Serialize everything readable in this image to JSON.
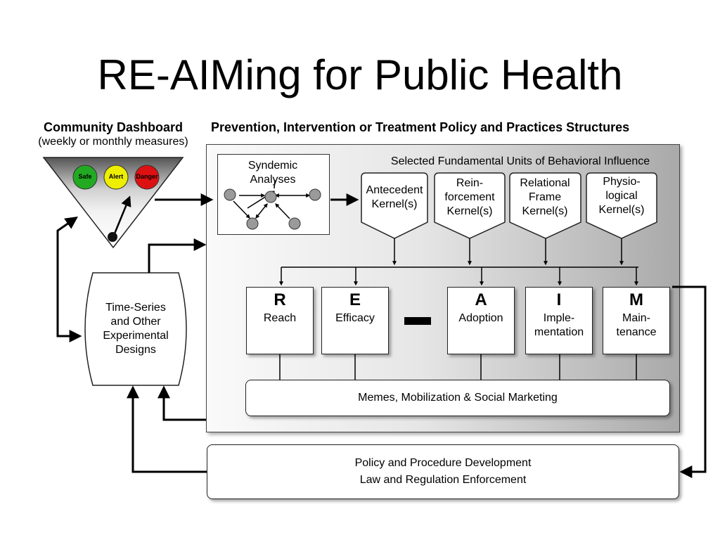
{
  "title": "RE-AIMing for Public Health",
  "dashboard": {
    "title": "Community Dashboard",
    "subtitle": "(weekly or monthly measures)",
    "lights": [
      {
        "label": "Safe",
        "color": "#22aa22"
      },
      {
        "label": "Alert",
        "color": "#eeee00"
      },
      {
        "label": "Danger",
        "color": "#dd1111"
      }
    ]
  },
  "structures_title": "Prevention, Intervention or Treatment Policy and Practices Structures",
  "units_title": "Selected Fundamental Units of Behavioral Influence",
  "syndemic": {
    "label_line1": "Syndemic",
    "label_line2": "Analyses"
  },
  "kernels": [
    {
      "line1": "Antecedent",
      "line2": "Kernel(s)",
      "line3": ""
    },
    {
      "line1": "Rein-",
      "line2": "forcement",
      "line3": "Kernel(s)"
    },
    {
      "line1": "Relational",
      "line2": "Frame",
      "line3": "Kernel(s)"
    },
    {
      "line1": "Physio-",
      "line2": "logical",
      "line3": "Kernel(s)"
    }
  ],
  "reaim": [
    {
      "letter": "R",
      "name1": "Reach",
      "name2": ""
    },
    {
      "letter": "E",
      "name1": "Efficacy",
      "name2": ""
    },
    {
      "letter": "A",
      "name1": "Adoption",
      "name2": ""
    },
    {
      "letter": "I",
      "name1": "Imple-",
      "name2": "mentation"
    },
    {
      "letter": "M",
      "name1": "Main-",
      "name2": "tenance"
    }
  ],
  "memes_label": "Memes, Mobilization & Social Marketing",
  "policy": {
    "line1": "Policy and Procedure Development",
    "line2": "Law and Regulation Enforcement"
  },
  "time_series": {
    "line1": "Time-Series",
    "line2": "and Other",
    "line3": "Experimental",
    "line4": "Designs"
  },
  "colors": {
    "arrow": "#000000",
    "node": "#9a9a9a"
  }
}
